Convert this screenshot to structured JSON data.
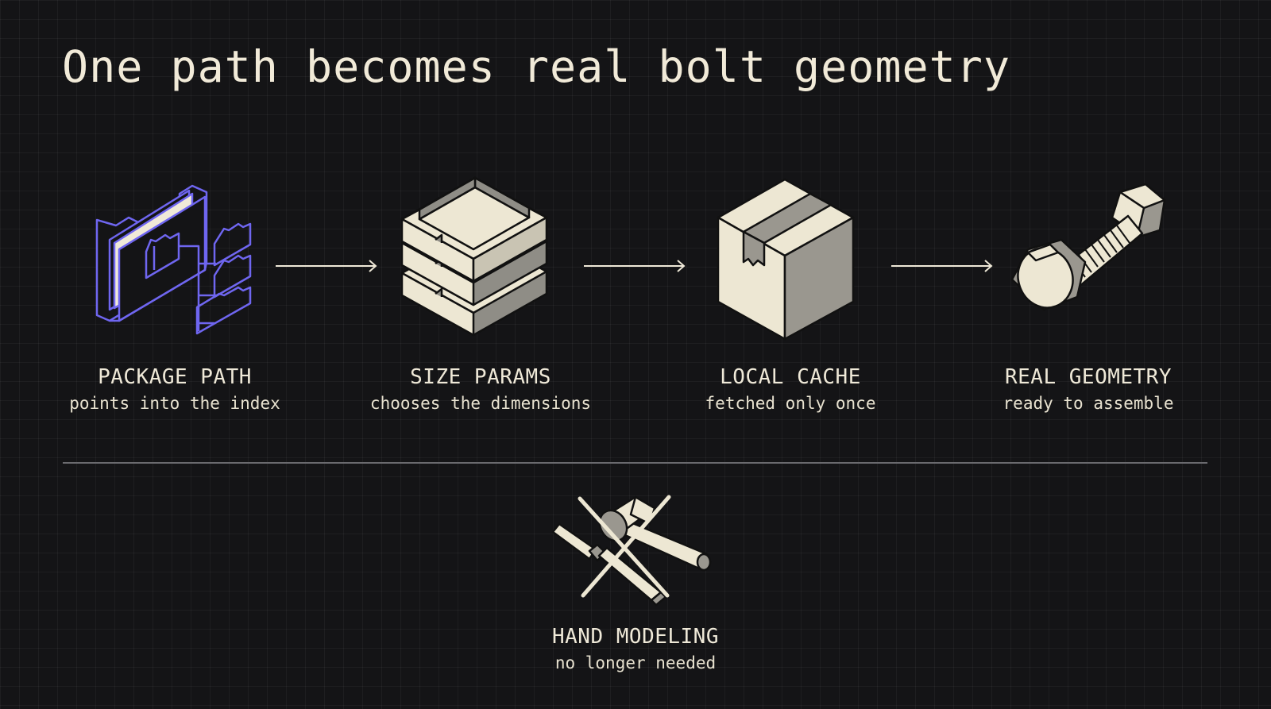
{
  "title": "One path becomes real bolt geometry",
  "steps": [
    {
      "label": "PACKAGE PATH",
      "sublabel": "points into the index",
      "icon": "folder-tree-icon"
    },
    {
      "label": "SIZE PARAMS",
      "sublabel": "chooses the dimensions",
      "icon": "stacked-trays-icon"
    },
    {
      "label": "LOCAL CACHE",
      "sublabel": "fetched only once",
      "icon": "box-icon"
    },
    {
      "label": "REAL GEOMETRY",
      "sublabel": "ready to assemble",
      "icon": "bolt-icon"
    }
  ],
  "crossed_out": {
    "label": "HAND MODELING",
    "sublabel": "no longer needed",
    "icon": "crossed-tools-icon"
  },
  "colors": {
    "background": "#141416",
    "text": "#efe9d8",
    "accent": "#6f66f0",
    "cream": "#ede7d3",
    "gray": "#8f8d86"
  }
}
